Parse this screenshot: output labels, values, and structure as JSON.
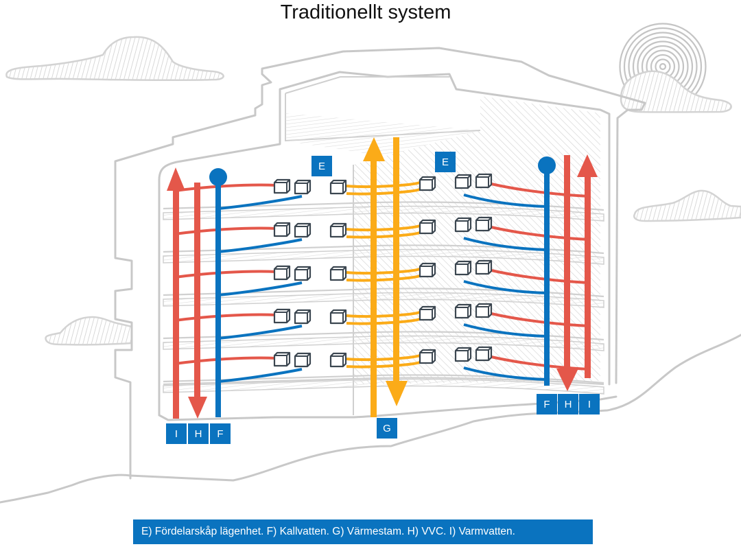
{
  "title": "Traditionellt system",
  "colors": {
    "cold_water": "#0a73bf",
    "hot_water": "#e4574a",
    "heating": "#fbab18",
    "label_bg": "#0a73bf",
    "outline": "#c8c8c8",
    "unit_stroke": "#3b4650"
  },
  "labels": {
    "E_left": "E",
    "E_right": "E",
    "G": "G",
    "left_group": [
      "I",
      "H",
      "F"
    ],
    "right_group": [
      "F",
      "H",
      "I"
    ]
  },
  "legend": "E) Fördelarskåp lägenhet. F) Kallvatten.  G) Värmestam.  H) VVC.  I) Varmvatten.",
  "floors": 5,
  "pipes": {
    "left": [
      {
        "id": "I",
        "name": "Varmvatten",
        "type": "hot",
        "direction": "up"
      },
      {
        "id": "H",
        "name": "VVC",
        "type": "hot",
        "direction": "down"
      },
      {
        "id": "F",
        "name": "Kallvatten",
        "type": "cold",
        "direction": "top-end"
      }
    ],
    "center": [
      {
        "id": "G",
        "name": "Värmestam up",
        "type": "heating",
        "direction": "up"
      },
      {
        "id": "G",
        "name": "Värmestam down",
        "type": "heating",
        "direction": "down"
      }
    ],
    "right": [
      {
        "id": "F",
        "name": "Kallvatten",
        "type": "cold",
        "direction": "top-end"
      },
      {
        "id": "H",
        "name": "VVC",
        "type": "hot",
        "direction": "down"
      },
      {
        "id": "I",
        "name": "Varmvatten",
        "type": "hot",
        "direction": "up"
      }
    ]
  },
  "icons": {
    "distribution_cabinet": "cabinet-icon",
    "sun": "sun-icon",
    "cloud": "cloud-icon"
  }
}
